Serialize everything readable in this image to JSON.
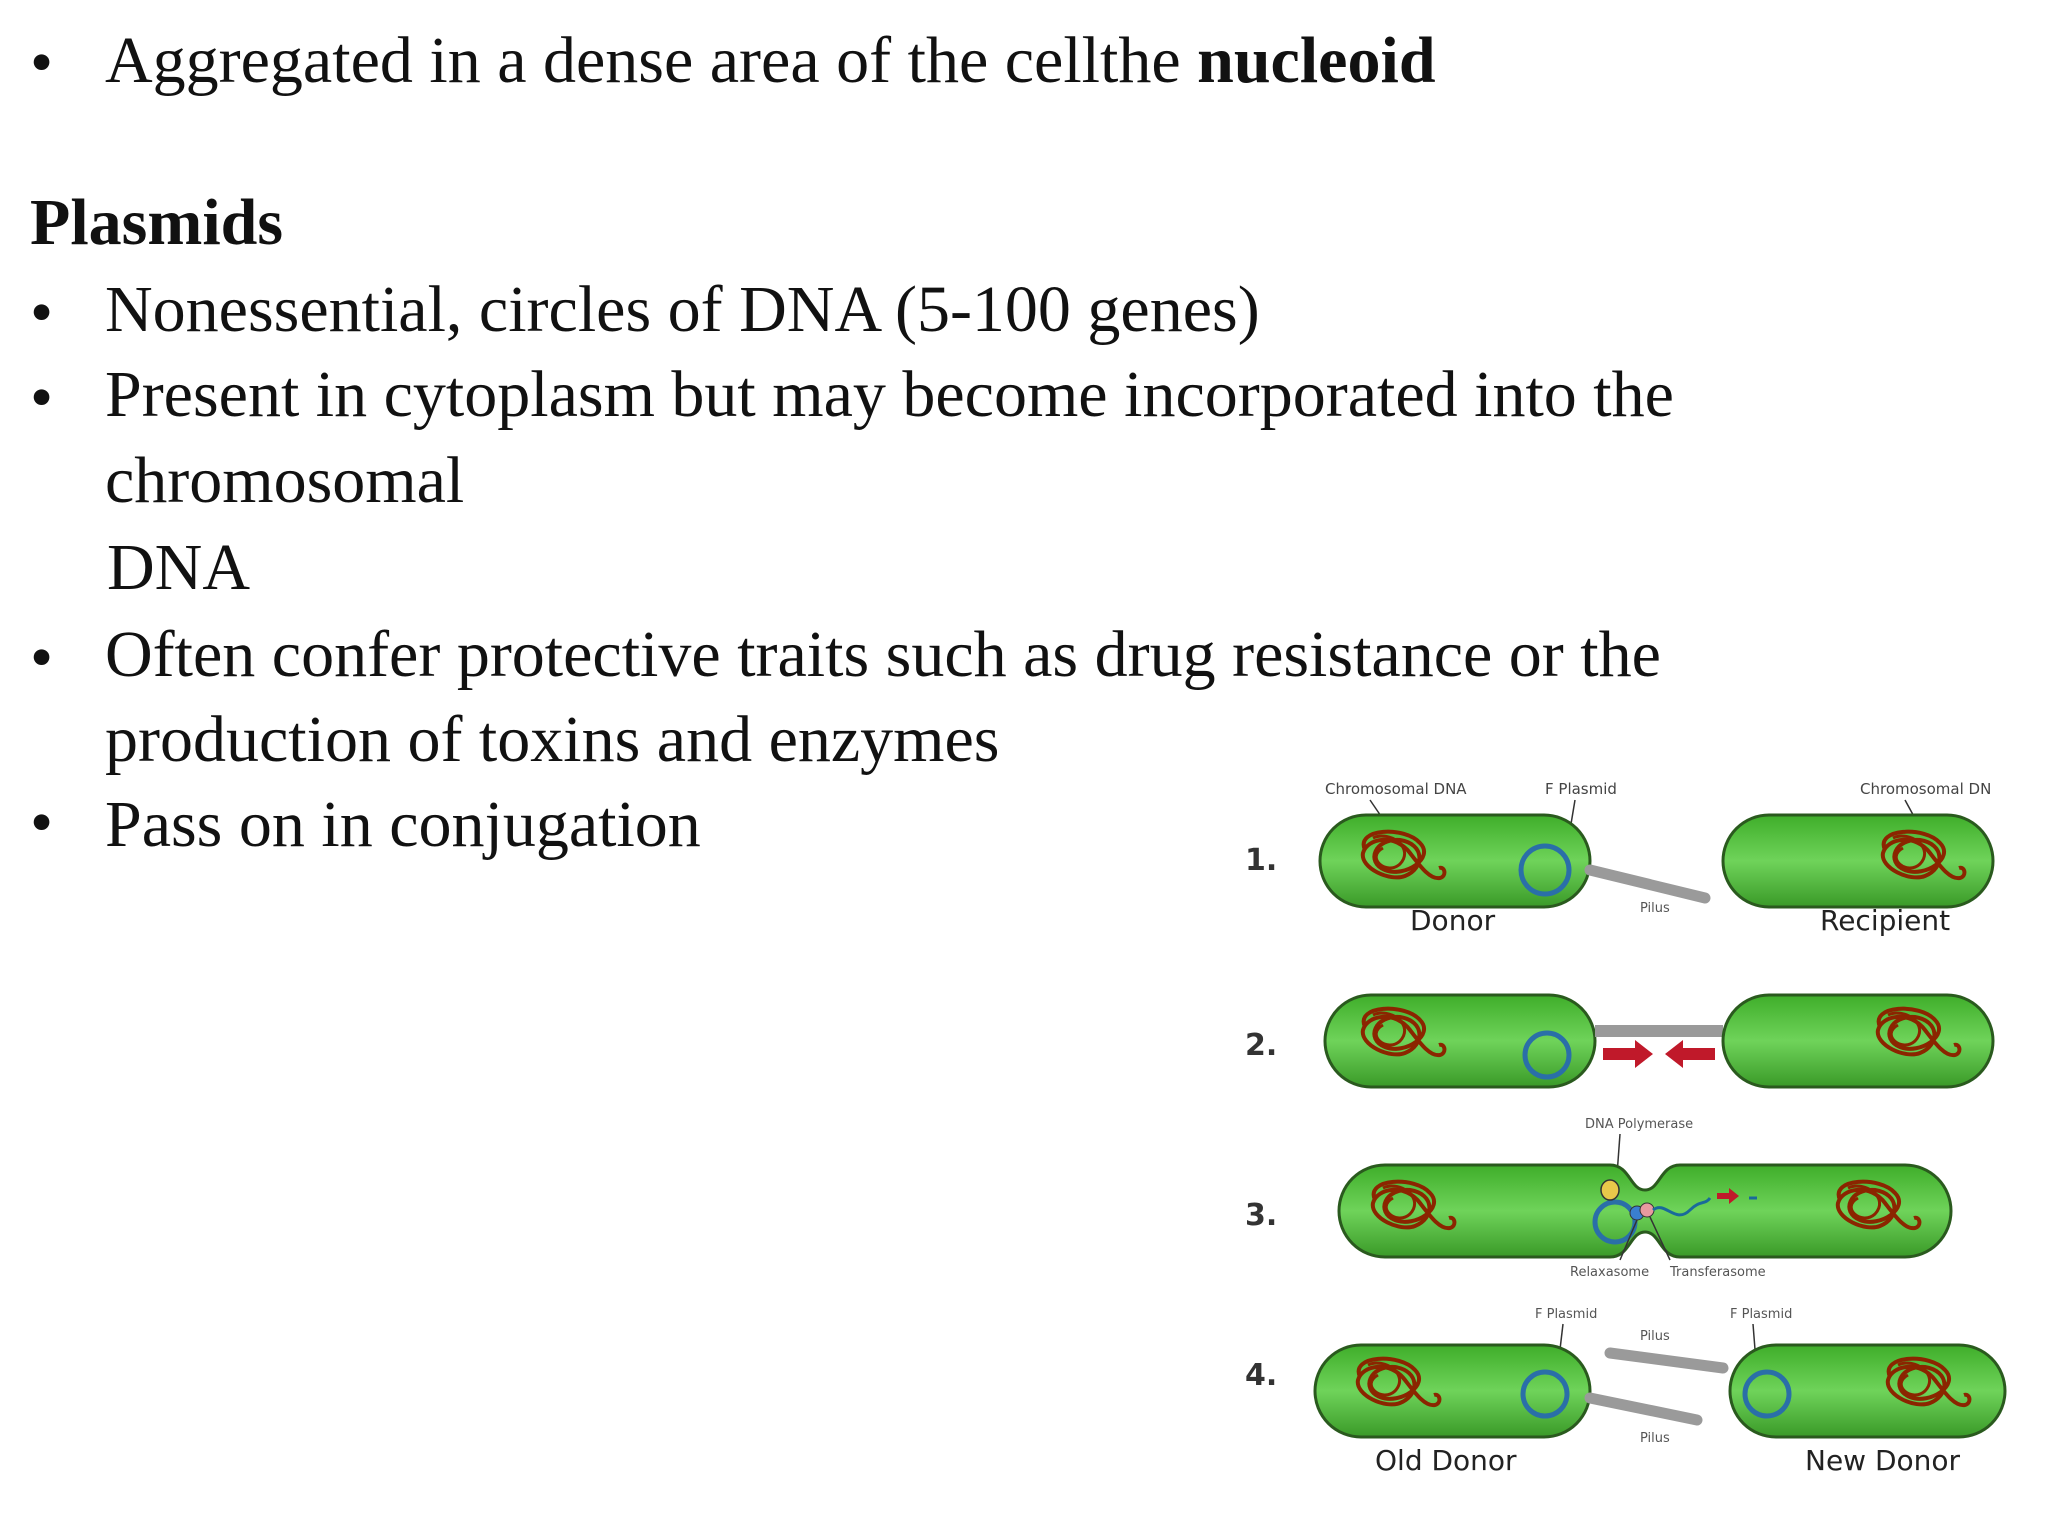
{
  "slide": {
    "line1": {
      "text": "Aggregated in a dense area of the cellthe ",
      "bold": "nucleoid"
    },
    "heading": "Plasmids",
    "bullet_lines": [
      "Nonessential, circles of DNA (5-100 genes)",
      "Present in cytoplasm but may become incorporated into the",
      "chromosomal",
      "DNA",
      "Often confer protective traits such as drug resistance or the",
      "production of toxins and enzymes",
      "Pass on in conjugation"
    ],
    "bullet_glyph": "•"
  },
  "figure": {
    "step_numbers": [
      "1.",
      "2.",
      "3.",
      "4."
    ],
    "labels": {
      "chromosomal_dna_left": "Chromosomal DNA",
      "f_plasmid_top": "F Plasmid",
      "chromosomal_dna_right": "Chromosomal DN",
      "pilus_1": "Pilus",
      "donor": "Donor",
      "recipient": "Recipient",
      "dna_polymerase": "DNA Polymerase",
      "relaxasome": "Relaxasome",
      "transferasome": "Transferasome",
      "f_plasmid_left": "F Plasmid",
      "f_plasmid_right": "F Plasmid",
      "pilus_4a": "Pilus",
      "pilus_4b": "Pilus",
      "old_donor": "Old Donor",
      "new_donor": "New Donor"
    },
    "colors": {
      "cell_fill": "#4fbf3a",
      "cell_stroke": "#2a5a1e",
      "chromosome": "#8b2500",
      "plasmid": "#2a6fa8",
      "pilus": "#9a9a9a",
      "arrow": "#c0192a"
    }
  }
}
